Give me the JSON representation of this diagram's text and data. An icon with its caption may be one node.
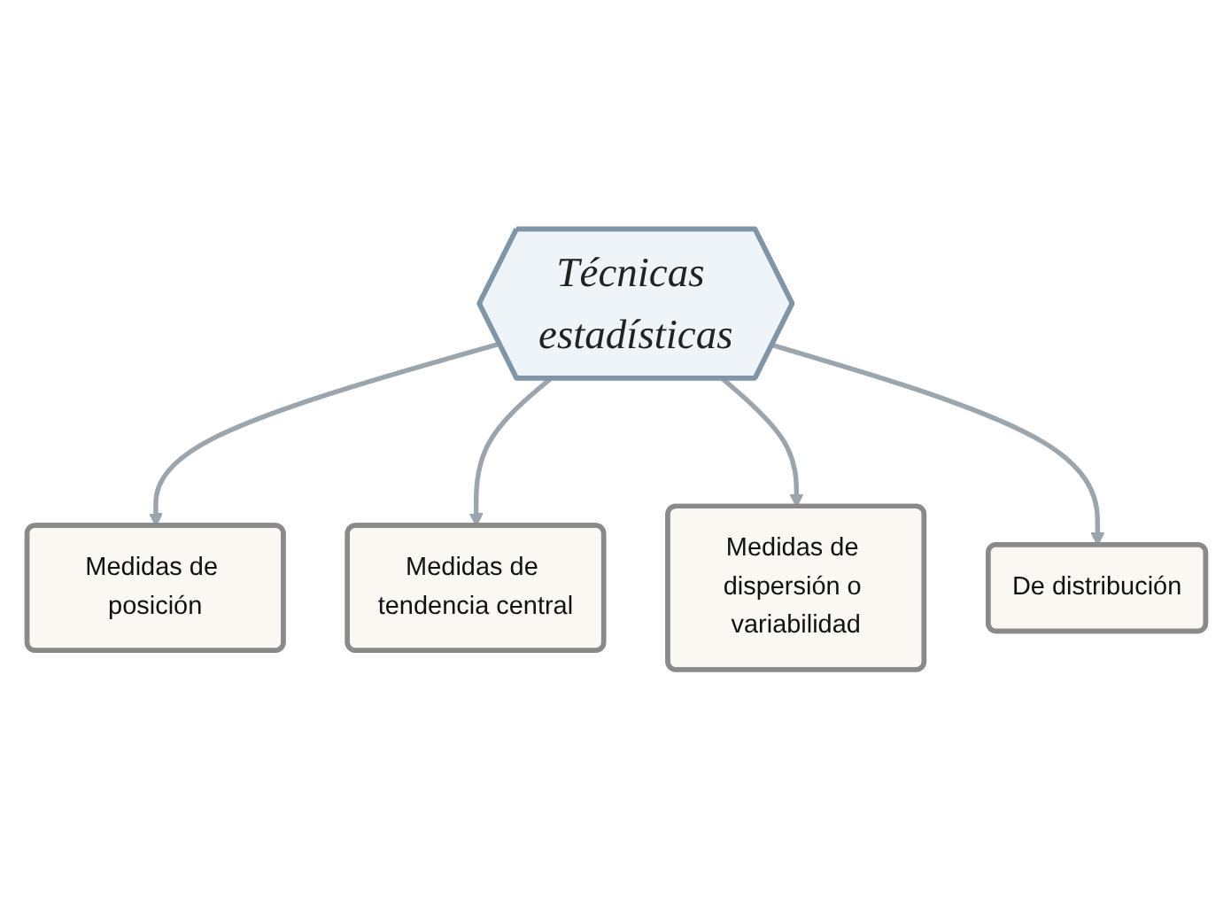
{
  "diagram": {
    "nodes": [
      {
        "text": [
          "Técnicas estadísticas"
        ]
      },
      {
        "text": [
          "Medidas de posición"
        ]
      },
      {
        "text": [
          "Medidas de tendencia central"
        ]
      },
      {
        "text": [
          "Medidas de dispersión o variabilidad"
        ]
      },
      {
        "text": [
          "De distribución"
        ]
      }
    ],
    "edges": [
      {
        "from": 0,
        "to": 1,
        "arrow": "to"
      },
      {
        "from": 0,
        "to": 2,
        "arrow": "to"
      },
      {
        "from": 0,
        "to": 3,
        "arrow": "to"
      },
      {
        "from": 0,
        "to": 4,
        "arrow": "to"
      }
    ]
  }
}
